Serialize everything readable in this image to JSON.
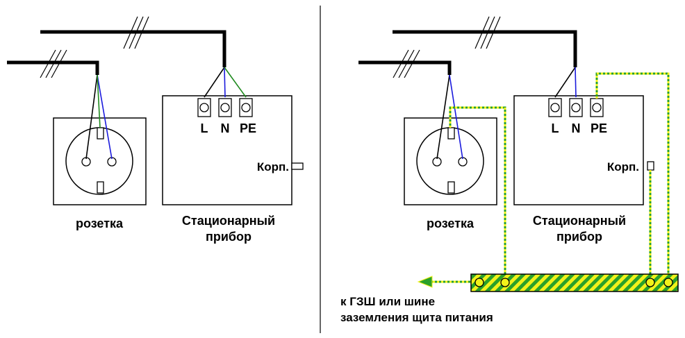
{
  "left": {
    "socket_label": "розетка",
    "device_label_line1": "Стационарный",
    "device_label_line2": "прибор",
    "terminal_L": "L",
    "terminal_N": "N",
    "terminal_PE": "PE",
    "housing_label": "Корп."
  },
  "right": {
    "socket_label": "розетка",
    "device_label_line1": "Стационарный",
    "device_label_line2": "прибор",
    "terminal_L": "L",
    "terminal_N": "N",
    "terminal_PE": "PE",
    "housing_label": "Корп.",
    "bus_caption_line1": "к ГЗШ или шине",
    "bus_caption_line2": "заземления щита питания"
  },
  "colors": {
    "phase_wire": "#000000",
    "neutral_wire": "#1a1adc",
    "pe_wire": "#1f8a1f",
    "pe_stripe_yellow": "#f2f21a",
    "pe_stripe_green": "#2aa02a",
    "divider": "#333333"
  }
}
